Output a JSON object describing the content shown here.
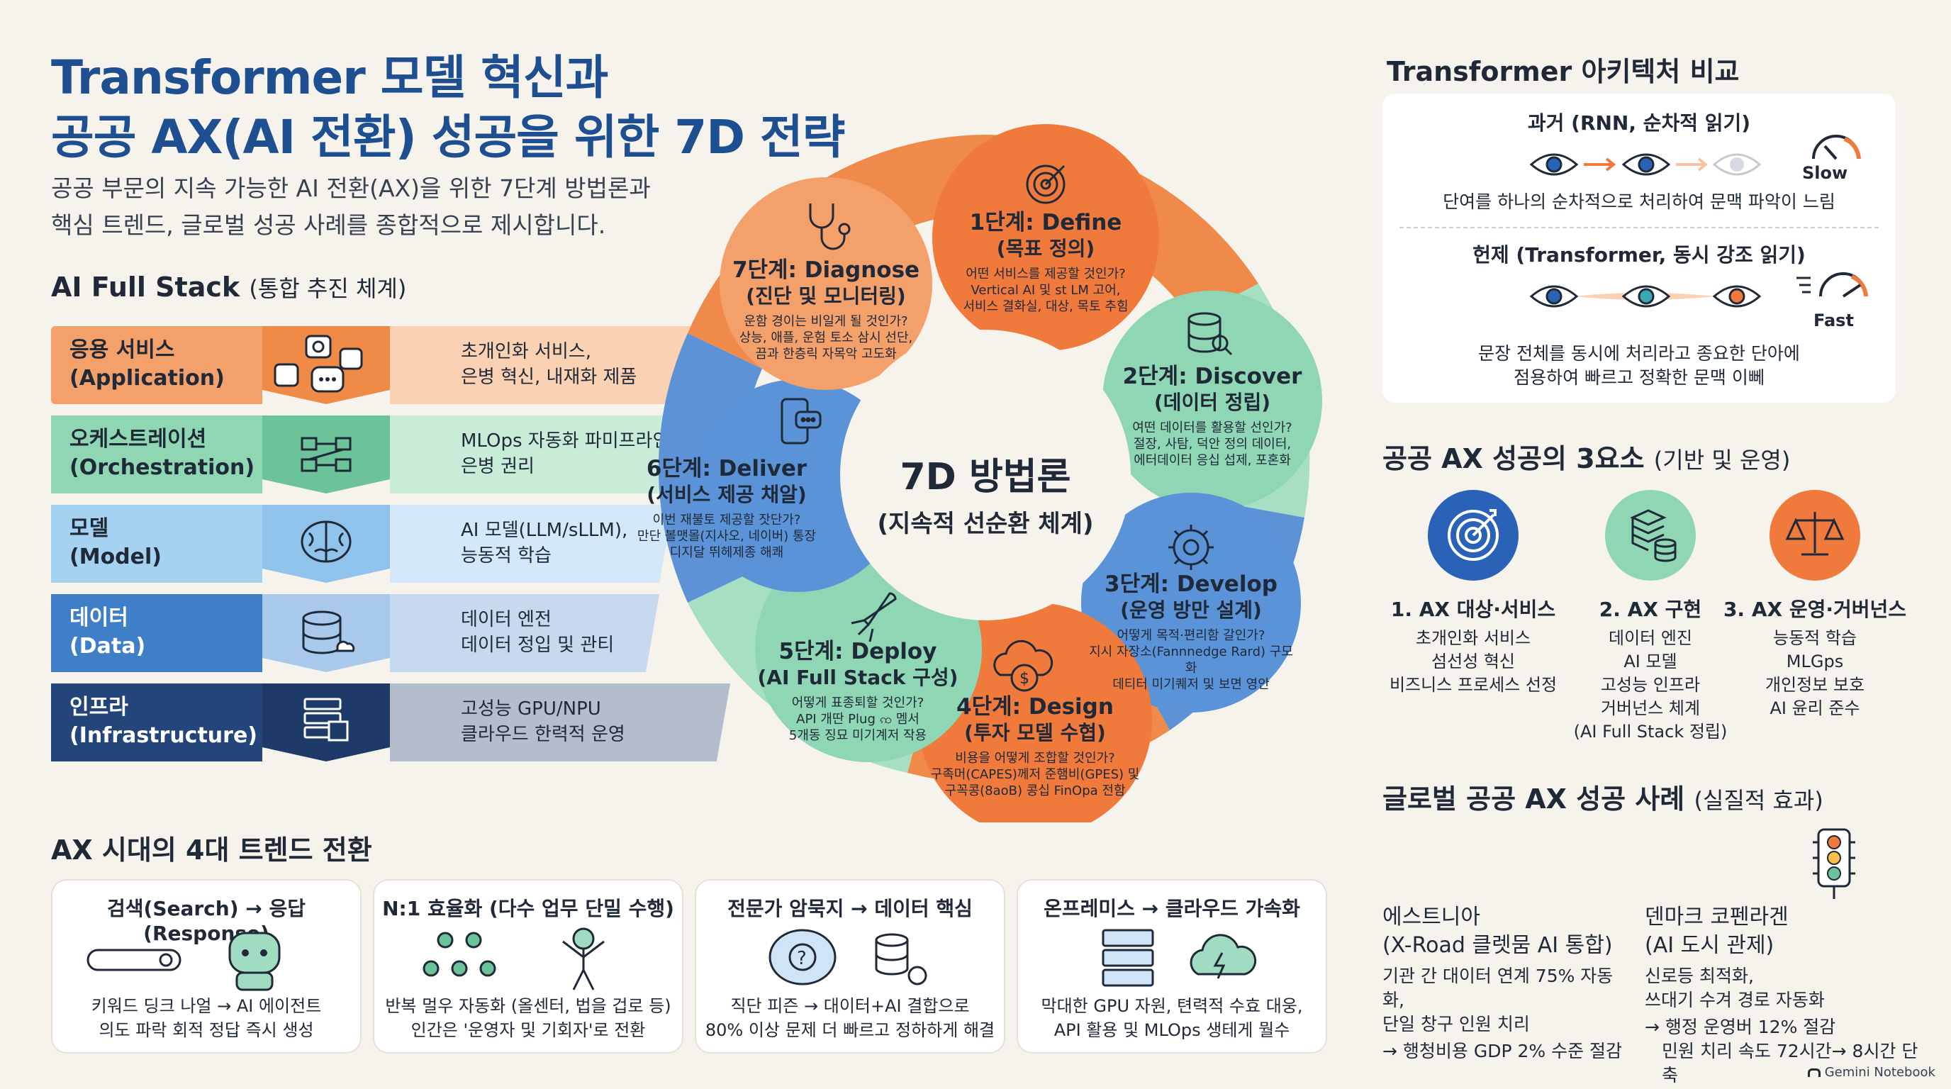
{
  "header": {
    "title_line1": "Transformer 모델 혁신과",
    "title_line2": "공공 AX(AI 전환) 성공을 위한 7D 전략",
    "subtitle_line1": "공공 부문의 지속 가능한 AI 전환(AX)을 위한 7단계 방법론과",
    "subtitle_line2": "핵심 트렌드, 글로벌 성공 사례를 종합적으로 제시합니다."
  },
  "full_stack": {
    "title": "AI Full Stack",
    "title_suffix": "(통합 추진 체계)",
    "layers": [
      {
        "name": "응용 서비스",
        "en": "(Application)",
        "line1": "초개인화 서비스,",
        "line2": "은병 혁신, 내재화 제품",
        "icon": "app-icons",
        "color": "#f4a06a"
      },
      {
        "name": "오케스트레이션",
        "en": "(Orchestration)",
        "line1": "MLOps 자동화 파미프라인",
        "line2": "은병 권리",
        "icon": "workflow-icon",
        "color": "#7fcea7"
      },
      {
        "name": "모델",
        "en": "(Model)",
        "line1": "AI 모델(LLM/sLLM),",
        "line2": "능동적 학습",
        "icon": "brain-icon",
        "color": "#8fc3ec"
      },
      {
        "name": "데이터",
        "en": "(Data)",
        "line1": "데이터 엔전",
        "line2": "데이터 정입 및 관티",
        "icon": "database-icon",
        "color": "#3f7fc8"
      },
      {
        "name": "인프라",
        "en": "(Infrastructure)",
        "line1": "고성능 GPU/NPU",
        "line2": "클라우드 한력적 운영",
        "icon": "server-chip-icon",
        "color": "#24457a"
      }
    ]
  },
  "cycle": {
    "center_title": "7D 방법론",
    "center_sub": "(지속적 선순환 체계)",
    "stages": [
      {
        "title": "1단계: Define",
        "sub": "(목표 정의)",
        "d1": "어떤 서비스를 제공할 것인가?",
        "d2": "Vertical AI 및 st LM 고어,",
        "d3": "서비스 결화실, 대상, 목토 추힘",
        "icon": "target-icon"
      },
      {
        "title": "2단계: Discover",
        "sub": "(데이터 정립)",
        "d1": "여떤 데이터를 활용할 선인가?",
        "d2": "절장, 사탐, 덕안 정의 데이터,",
        "d3": "에터데이터 응십 섭제, 포혼화",
        "icon": "database-search-icon"
      },
      {
        "title": "3단계: Develop",
        "sub": "(운영 방만 설계)",
        "d1": "어떻게 목적·편리함 갈인가?",
        "d2": "지시 자장소(Fannnedge Rard) 구모화",
        "d3": "데티터 미기퀘저 및 보면 영안",
        "icon": "gear-brain-icon"
      },
      {
        "title": "4단계: Design",
        "sub": "(투자 모델 수협)",
        "d1": "비용을 어떻게 조합할 것인가?",
        "d2": "구족머(CAPES)께저 준햄비(GPES) 및",
        "d3": "구꼭콩(8aoB) 콩십 FinOpa 전함",
        "icon": "money-cloud-icon"
      },
      {
        "title": "5단계: Deploy",
        "sub": "(AI Full Stack 구성)",
        "d1": "어떻게 표종퇴할 것인가?",
        "d2": "API 개딴 Plug ꩡ 멤서",
        "d3": "5개동 징묘 미기계저 작용",
        "icon": "rocket-icon"
      },
      {
        "title": "6단계: Deliver",
        "sub": "(서비스 제공 채알)",
        "d1": "이번 재불토 제공할 잣단가?",
        "d2": "만단 볼맷몰(지사오, 네이버) 통장",
        "d3": "디지달 뛰헤제종 해쾌",
        "icon": "phone-chat-icon"
      },
      {
        "title": "7단계: Diagnose",
        "sub": "(진단 및 모니터링)",
        "d1": "운함 경이는 비일게 될 것인가?",
        "d2": "상능, 애플, 운험 토소 삼시 선단,",
        "d3": "끔과 한층릭 자목악 고도화",
        "icon": "stethoscope-icon"
      }
    ]
  },
  "trends": {
    "title": "AX 시대의 4대 트렌드 전환",
    "items": [
      {
        "title": "검색(Search) → 응답(Response)",
        "d1": "키워드 딩크 나얼 → AI 에이전트",
        "d2": "의도 파락 회적 정답 즉시 생성",
        "icon": "search-robot-icon"
      },
      {
        "title": "N:1 효율화 (다수 업무 단밀 수행)",
        "d1": "반복 멀우 자동화 (올센터, 법을 겁로 등)",
        "d2": "인간은 '운영자 및 기회자'로 전환",
        "icon": "people-icon"
      },
      {
        "title": "전문가 암묵지 → 데이터 핵심",
        "d1": "직단 피즌 → 대이터+AI 결합으로",
        "d2": "80% 이상 문제 더 빠르고 정하하게 해결",
        "icon": "brain-question-icon"
      },
      {
        "title": "온프레미스 → 클라우드 가속화",
        "d1": "막대한 GPU 자원, 텬력적 수효 대웅,",
        "d2": "API 활용 및 MLOps 생테게 뭘수",
        "icon": "server-cloud-icon"
      }
    ]
  },
  "comparison": {
    "title": "Transformer 아키텍처 비교",
    "past_title": "과거 (RNN, 순차적 읽기)",
    "past_desc": "단여를 하나의 순차적으로 처리하여 문맥 파악이 느림",
    "past_speed": "Slow",
    "now_title": "헌제 (Transformer, 동시 강조 읽기)",
    "now_desc1": "문장 전체를 동시에 처리라고 종요한 단아에",
    "now_desc2": "점용하여 빠르고 정확한 문맥 이뻬",
    "now_speed": "Fast"
  },
  "elements": {
    "title": "공공 AX 성공의 3요소",
    "title_suffix": "(기반 및 운영)",
    "items": [
      {
        "label": "1. AX 대상·서비스",
        "l1": "초개인화 서비스",
        "l2": "섬선성 혁신",
        "l3": "비즈니스 프로세스 선정",
        "l4": "",
        "l5": "",
        "icon": "target-icon",
        "color": "#2a62b8"
      },
      {
        "label": "2. AX 구현",
        "l1": "데이터 엔진",
        "l2": "AI 모델",
        "l3": "고성능 인프라",
        "l4": "거버넌스 체계",
        "l5": "(AI Full Stack 정립)",
        "icon": "database-stack-icon",
        "color": "#7fcea7"
      },
      {
        "label": "3. AX 운영·거버넌스",
        "l1": "능동적 학습",
        "l2": "MLGps",
        "l3": "개인정보 보호",
        "l4": "AI 윤리 준수",
        "l5": "",
        "icon": "scale-icon",
        "color": "#f07a3c"
      }
    ]
  },
  "cases": {
    "title": "글로벌 공공 AX 성공 사례",
    "title_suffix": "(실질적 효과)",
    "items": [
      {
        "t1": "에스트니아",
        "t2": "(X-Road 클렛뭄 AI 통합)",
        "d1": "기관 간 대이터 연계 75% 자동화,",
        "d2": "단일 창구 인원 치리",
        "d3": "→ 행청비용 GDP 2% 수준 절감",
        "d4": ""
      },
      {
        "t1": "덴마크 코펜라겐",
        "t2": "(AI 도시 관제)",
        "d1": "신로등 최적화,",
        "d2": "쓰대기 수겨 경로 자동화",
        "d3": "→ 행정 운영버 12% 절감",
        "d4": "민원 치리 속도 72시간→ 8시간 단축"
      }
    ]
  },
  "footer": {
    "brand": "Gemini Notebook"
  }
}
